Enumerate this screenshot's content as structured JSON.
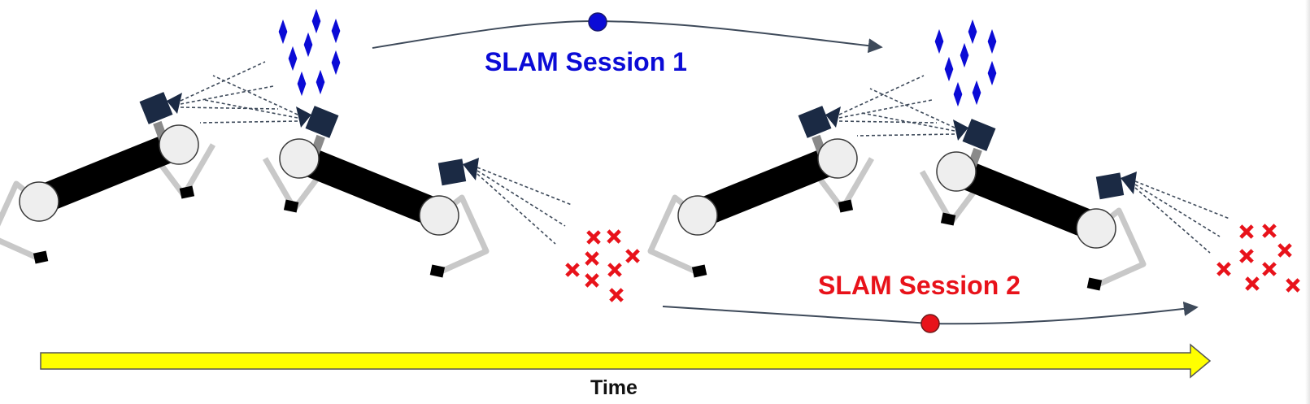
{
  "colors": {
    "session1": "#0b0bd6",
    "session2": "#e8121a",
    "time_arrow_fill": "#ffff00",
    "time_arrow_stroke": "#555555",
    "robot_body": "#000000",
    "robot_leg": "#c8c8c8",
    "joint_fill": "#eeeeee",
    "camera": "#1b2a44",
    "trajectory": "#3e4a5a"
  },
  "labels": {
    "session1": "SLAM Session 1",
    "session2": "SLAM Session 2",
    "time": "Time"
  },
  "icons": {
    "landmark_session1": "diamond",
    "landmark_session2": "x-mark",
    "robot": "legged-robot-with-camera"
  }
}
